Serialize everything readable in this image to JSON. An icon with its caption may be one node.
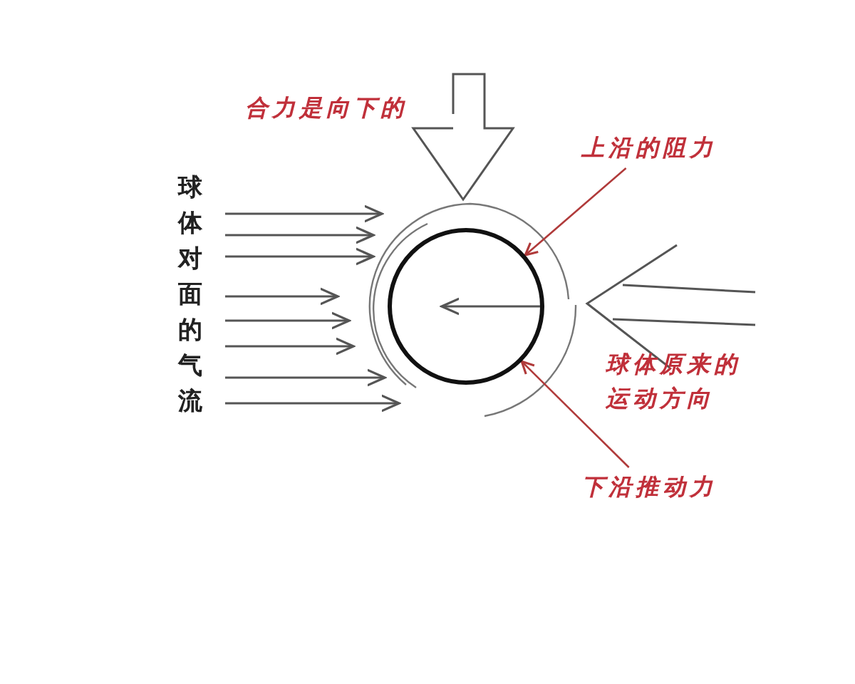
{
  "diagram": {
    "nodes": [
      {
        "text": [],
        "shape": "circle"
      },
      {
        "text": [
          "上沿的阻力"
        ]
      },
      {
        "text": [
          "下沿推动力"
        ]
      }
    ],
    "edges": [
      {
        "from": 1,
        "to": 0,
        "arrow": "to",
        "color": "#b03a3a"
      },
      {
        "from": 2,
        "to": 0,
        "arrow": "to",
        "color": "#b03a3a"
      }
    ],
    "labels": [
      "合力是向下的",
      "球体对面的气流",
      "球体原来的运动方向"
    ]
  }
}
